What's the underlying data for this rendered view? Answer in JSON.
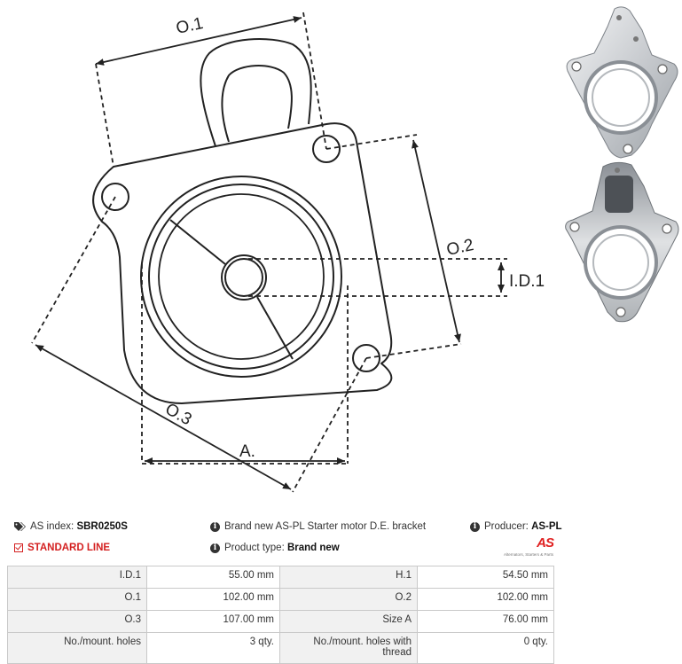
{
  "diagram": {
    "labels": {
      "o1": "O.1",
      "o2": "O.2",
      "o3": "O.3",
      "id1": "I.D.1",
      "a": "A."
    }
  },
  "header": {
    "index_label": "AS index:",
    "index_value": "SBR0250S",
    "description": "Brand new AS-PL Starter motor D.E. bracket",
    "producer_label": "Producer:",
    "producer_value": "AS-PL",
    "line_label": "STANDARD LINE",
    "product_type_label": "Product type:",
    "product_type_value": "Brand new",
    "logo_mark": "AS",
    "logo_tagline": "Alternators, Starters & Parts",
    "icons": {
      "index": "tags-icon",
      "description": "info-icon",
      "producer": "info-icon",
      "line": "checkbox-icon",
      "product_type": "info-icon"
    }
  },
  "specs": {
    "rows": [
      {
        "k1": "I.D.1",
        "v1": "55.00 mm",
        "k2": "H.1",
        "v2": "54.50 mm"
      },
      {
        "k1": "O.1",
        "v1": "102.00 mm",
        "k2": "O.2",
        "v2": "102.00 mm"
      },
      {
        "k1": "O.3",
        "v1": "107.00 mm",
        "k2": "Size A",
        "v2": "76.00 mm"
      },
      {
        "k1": "No./mount. holes",
        "v1": "3 qty.",
        "k2": "No./mount. holes with thread",
        "v2": "0 qty."
      }
    ]
  },
  "colors": {
    "accent_red": "#d42020",
    "line": "#222222",
    "table_key_bg": "#f1f1f1",
    "table_border": "#c9c9c9"
  }
}
